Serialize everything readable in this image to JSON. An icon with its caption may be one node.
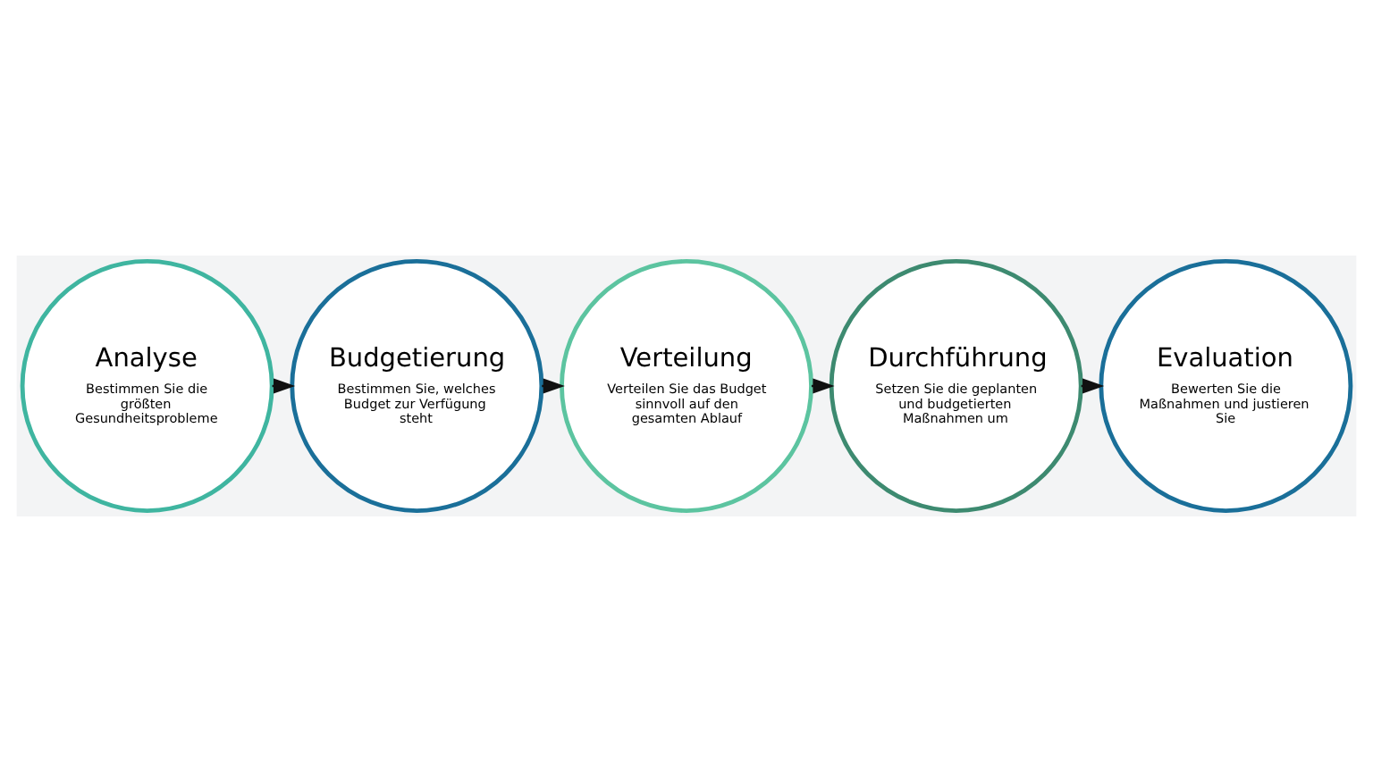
{
  "diagram": {
    "nodes": [
      {
        "text": [
          "Analyse",
          "Bestimmen Sie die größten Gesundheitsprobleme"
        ]
      },
      {
        "text": [
          "Budgetierung",
          "Bestimmen Sie, welches Budget zur Verfügung steht"
        ]
      },
      {
        "text": [
          "Verteilung",
          "Verteilen Sie das Budget sinnvoll auf den gesamten Ablauf"
        ]
      },
      {
        "text": [
          "Durchführung",
          "Setzen Sie die geplanten und budgetierten Maßnahmen um"
        ]
      },
      {
        "text": [
          "Evaluation",
          "Bewerten Sie die Maßnahmen und justieren Sie"
        ]
      }
    ],
    "edges": [
      {
        "from": 0,
        "to": 1,
        "arrow": "to"
      },
      {
        "from": 1,
        "to": 2,
        "arrow": "to"
      },
      {
        "from": 2,
        "to": 3,
        "arrow": "to"
      },
      {
        "from": 3,
        "to": 4,
        "arrow": "to"
      }
    ]
  }
}
